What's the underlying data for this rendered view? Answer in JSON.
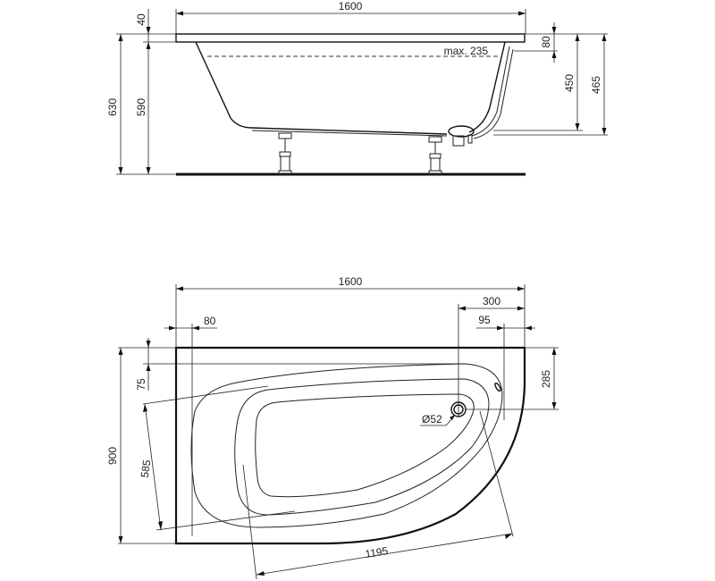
{
  "drawing": {
    "subject": "corner bathtub technical drawing",
    "side_view": {
      "length": "1600",
      "rim_thickness": "40",
      "total_height": "630",
      "height_to_rim_bottom": "590",
      "overflow_offset": "80",
      "overflow_height": "450",
      "inner_depth": "465",
      "max_water_label": "max. 235"
    },
    "plan_view": {
      "length": "1600",
      "rim_left": "80",
      "drain_from_right": "300",
      "rim_right": "95",
      "rim_top": "75",
      "drain_from_top": "285",
      "width": "900",
      "inner_width": "585",
      "inner_length": "1195",
      "drain_diameter": "Ø52"
    }
  }
}
